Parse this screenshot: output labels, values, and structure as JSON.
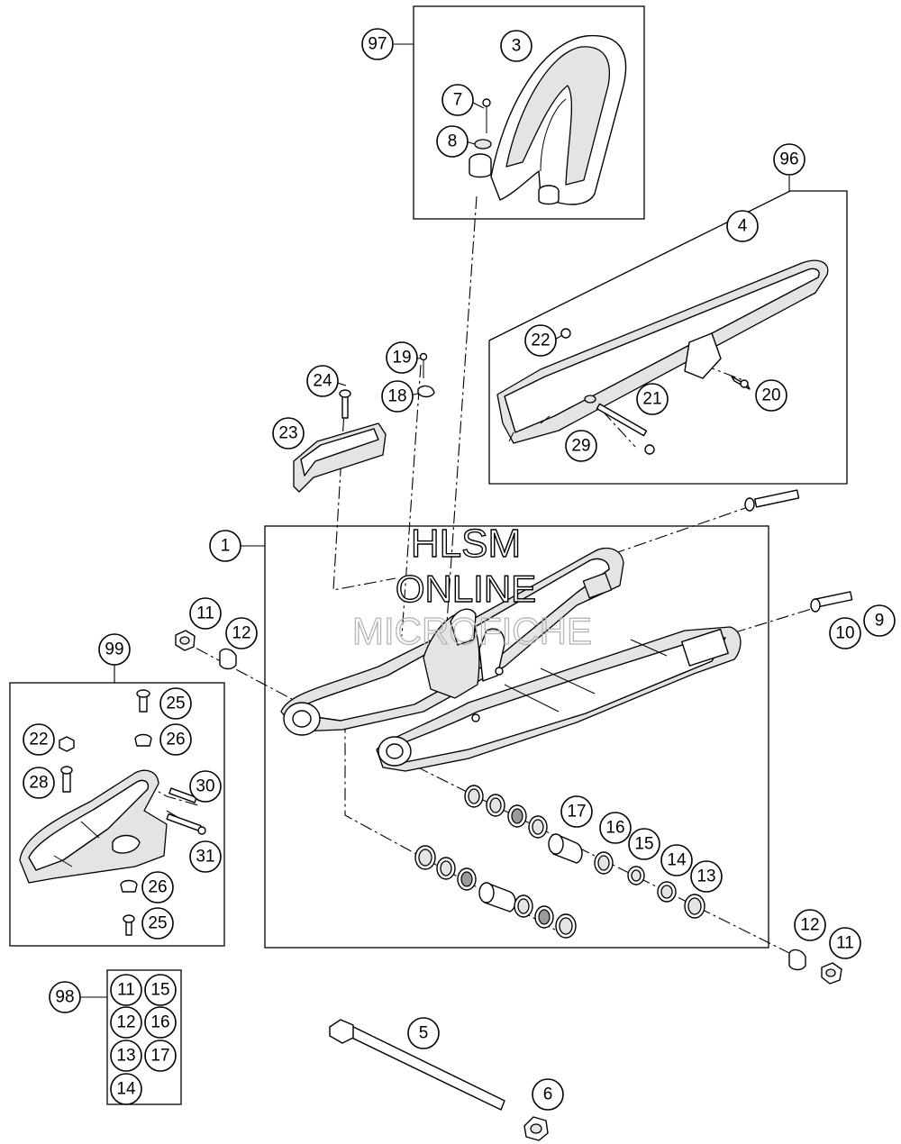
{
  "watermark": {
    "line1": "HLSM",
    "line2": "ONLINE",
    "line3": "MICROFICHE"
  },
  "callouts": [
    {
      "id": "c-97",
      "label": "97"
    },
    {
      "id": "c-3",
      "label": "3"
    },
    {
      "id": "c-7",
      "label": "7"
    },
    {
      "id": "c-8",
      "label": "8"
    },
    {
      "id": "c-96",
      "label": "96"
    },
    {
      "id": "c-4",
      "label": "4"
    },
    {
      "id": "c-22a",
      "label": "22"
    },
    {
      "id": "c-20",
      "label": "20"
    },
    {
      "id": "c-21",
      "label": "21"
    },
    {
      "id": "c-29",
      "label": "29"
    },
    {
      "id": "c-19",
      "label": "19"
    },
    {
      "id": "c-18",
      "label": "18"
    },
    {
      "id": "c-24",
      "label": "24"
    },
    {
      "id": "c-23",
      "label": "23"
    },
    {
      "id": "c-1",
      "label": "1"
    },
    {
      "id": "c-11a",
      "label": "11"
    },
    {
      "id": "c-12a",
      "label": "12"
    },
    {
      "id": "c-9",
      "label": "9"
    },
    {
      "id": "c-10",
      "label": "10"
    },
    {
      "id": "c-99",
      "label": "99"
    },
    {
      "id": "c-25a",
      "label": "25"
    },
    {
      "id": "c-22b",
      "label": "22"
    },
    {
      "id": "c-26a",
      "label": "26"
    },
    {
      "id": "c-28",
      "label": "28"
    },
    {
      "id": "c-30",
      "label": "30"
    },
    {
      "id": "c-31",
      "label": "31"
    },
    {
      "id": "c-26b",
      "label": "26"
    },
    {
      "id": "c-25b",
      "label": "25"
    },
    {
      "id": "c-17",
      "label": "17"
    },
    {
      "id": "c-16",
      "label": "16"
    },
    {
      "id": "c-15",
      "label": "15"
    },
    {
      "id": "c-14",
      "label": "14"
    },
    {
      "id": "c-13",
      "label": "13"
    },
    {
      "id": "c-12b",
      "label": "12"
    },
    {
      "id": "c-11b",
      "label": "11"
    },
    {
      "id": "c-98",
      "label": "98"
    },
    {
      "id": "c-98-11",
      "label": "11"
    },
    {
      "id": "c-98-15",
      "label": "15"
    },
    {
      "id": "c-98-12",
      "label": "12"
    },
    {
      "id": "c-98-16",
      "label": "16"
    },
    {
      "id": "c-98-13",
      "label": "13"
    },
    {
      "id": "c-98-17",
      "label": "17"
    },
    {
      "id": "c-98-14",
      "label": "14"
    },
    {
      "id": "c-5",
      "label": "5"
    },
    {
      "id": "c-6",
      "label": "6"
    }
  ]
}
